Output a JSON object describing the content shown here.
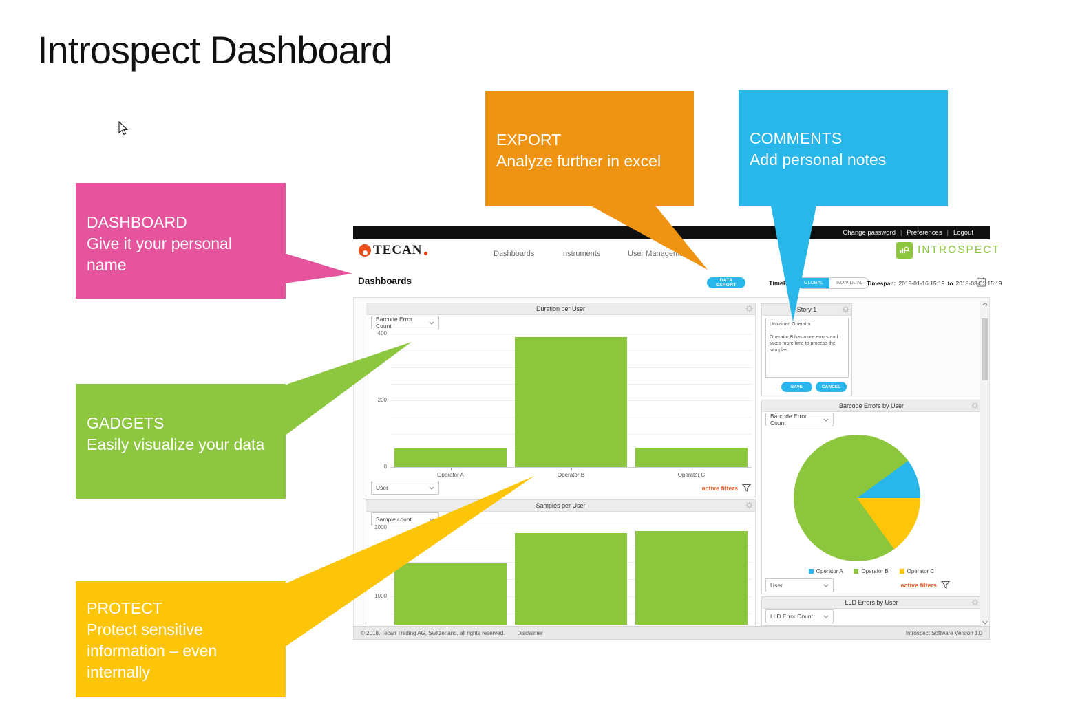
{
  "slide": {
    "title": "Introspect Dashboard",
    "callouts": [
      {
        "name": "dashboard",
        "heading": "DASHBOARD",
        "body": "Give it your personal name",
        "color": "#e5549c"
      },
      {
        "name": "export",
        "heading": "EXPORT",
        "body": "Analyze further in excel",
        "color": "#ef9312"
      },
      {
        "name": "comments",
        "heading": "COMMENTS",
        "body": "Add personal notes",
        "color": "#29b6e8"
      },
      {
        "name": "gadgets",
        "heading": "GADGETS",
        "body": "Easily visualize your data",
        "color": "#8dc63f"
      },
      {
        "name": "protect",
        "heading": "PROTECT",
        "body": "Protect sensitive information – even internally",
        "color": "#fdc50a"
      }
    ]
  },
  "app": {
    "topbar": {
      "links": [
        "Change password",
        "Preferences",
        "Logout"
      ]
    },
    "header": {
      "brand": "TECAN",
      "nav": [
        "Dashboards",
        "Instruments",
        "User Management"
      ],
      "product": "INTROSPECT"
    },
    "page": {
      "title": "Dashboards",
      "export_button": "DATA EXPORT",
      "timefilter_label": "TimeFilter:",
      "timefilter_options": [
        "GLOBAL",
        "INDIVIDUAL"
      ],
      "timefilter_selected": "GLOBAL",
      "timespan_label": "Timespan:",
      "timespan_from": "2018-01-16 15:19",
      "timespan_to_word": "to",
      "timespan_to": "2018-03-01 15:19"
    },
    "story": {
      "title": "Story 1",
      "text_line1": "Untrained Operator:",
      "text_line2": "Operator B has more errors and takes more time to process the samples.",
      "save": "SAVE",
      "cancel": "CANCEL"
    },
    "footer": {
      "copyright": "© 2018, Tecan Trading AG, Switzerland, all rights reserved.",
      "disclaimer": "Disclaimer",
      "version": "Introspect Software Version 1.0"
    }
  },
  "chart_data": [
    {
      "type": "bar",
      "title": "Duration per User",
      "metric_selector": "Barcode Error Count",
      "dimension_selector": "User",
      "categories": [
        "Operator A",
        "Operator B",
        "Operator C"
      ],
      "values": [
        55,
        390,
        57
      ],
      "ylim": [
        0,
        400
      ],
      "ytick_labels": [
        "400",
        "200",
        "0"
      ],
      "grid": "horizontal minor lines every 50",
      "bar_color": "#8cc63c",
      "footer_link": "active filters"
    },
    {
      "type": "bar",
      "title": "Samples per User",
      "metric_selector": "Sample count",
      "categories": [
        "Operator A",
        "Operator B",
        "Operator C"
      ],
      "values": [
        1480,
        1920,
        1950
      ],
      "ylim": [
        0,
        2000
      ],
      "ytick_labels": [
        "2000",
        "1000"
      ],
      "grid": "horizontal minor lines every 250",
      "bar_color": "#8cc63c",
      "clipped_bottom": true
    },
    {
      "type": "pie",
      "title": "Barcode Errors by User",
      "metric_selector": "Barcode Error Count",
      "dimension_selector": "User",
      "slices": [
        {
          "label": "Operator A",
          "pct": 10,
          "color": "#29b6ea"
        },
        {
          "label": "Operator B",
          "pct": 75,
          "color": "#8cc63c"
        },
        {
          "label": "Operator C",
          "pct": 15,
          "color": "#fdc60a"
        }
      ],
      "draw_order_from_east": [
        "Operator C",
        "Operator B",
        "Operator A"
      ],
      "legend_position": "bottom",
      "footer_link": "active filters"
    },
    {
      "type": "bar",
      "title": "LLD Errors by User",
      "metric_selector": "LLD Error Count"
    }
  ],
  "icons": {
    "gear": "gear-icon",
    "chevron_down": "chevron-down-icon",
    "funnel": "filter-funnel-icon",
    "calendar": "calendar-icon",
    "scroll_up": "chevron-up-icon",
    "scroll_down": "chevron-down-icon",
    "cursor": "mouse-cursor-icon",
    "tecan_circle": "tecan-logo-icon",
    "introspect_square": "introspect-logo-icon"
  },
  "colors": {
    "accent-blue": "#29b6ea",
    "bar-green": "#8cc63c",
    "filter-orange": "#f2622e",
    "tecan-red": "#e94e1b",
    "introspect-green": "#8cc63c"
  }
}
